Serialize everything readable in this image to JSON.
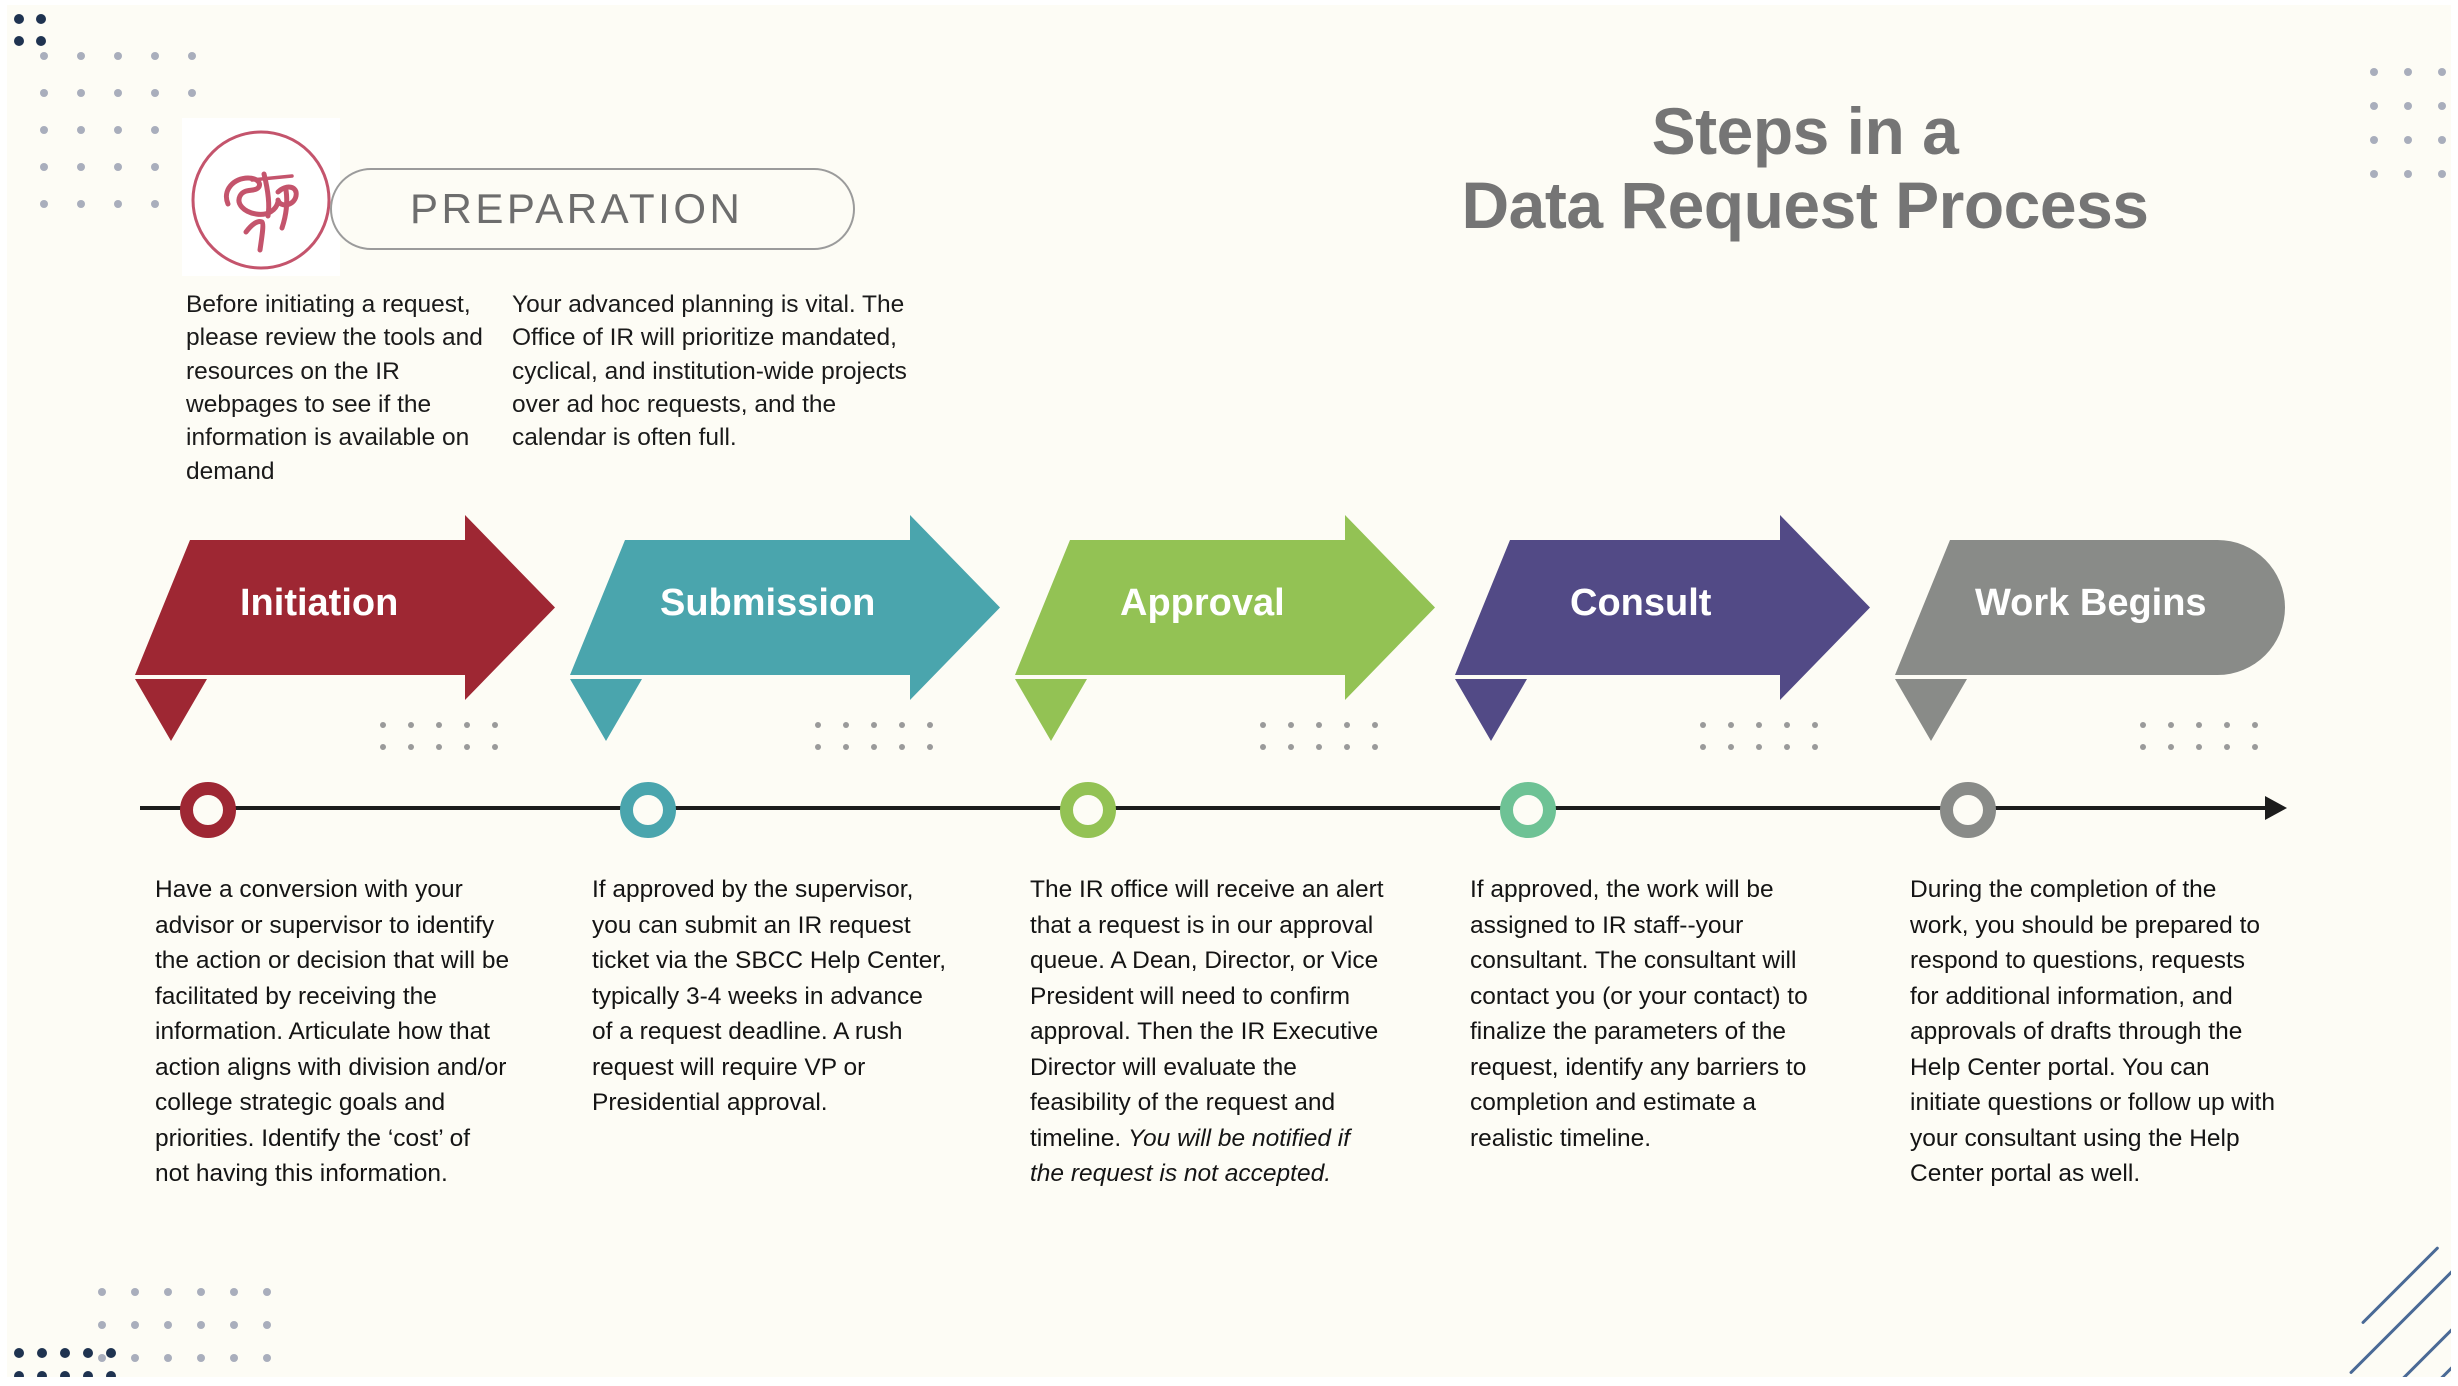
{
  "theme": {
    "background": "#fdfcf5",
    "title_color": "#757575",
    "text_color": "#141414",
    "timeline_color": "#1c1c1c",
    "dot_navy": "#1f3350",
    "dot_light": "#a9aebc",
    "dot_gray": "#9a9a9a",
    "stripe_color": "#4a6a96",
    "pill_border": "#9b9b9b"
  },
  "header": {
    "title_line1": "Steps in a",
    "title_line2": "Data Request Process",
    "badge": {
      "word": "Step",
      "number": "1",
      "color": "#c4546c"
    },
    "phase_label": "PREPARATION"
  },
  "preparation": {
    "columns": [
      "Before initiating a request, please review the tools and resources on the IR webpages to see if the information is available on demand",
      "Your advanced planning is  vital. The Office of IR will prioritize mandated, cyclical, and institution-wide projects over ad hoc requests, and the calendar is often full."
    ]
  },
  "steps": [
    {
      "label": "Initiation",
      "arrow_color": "#9e2733",
      "node_color": "#9e2733",
      "shape": "chevron",
      "description": "Have a conversion with your advisor or supervisor to identify the action or decision that will be facilitated by receiving the information. Articulate how that action aligns with division and/or college strategic goals and priorities. Identify the ‘cost’ of not having this information.",
      "description_italic": ""
    },
    {
      "label": "Submission",
      "arrow_color": "#4aa5ad",
      "node_color": "#4aa5ad",
      "shape": "chevron",
      "description": "If approved by the supervisor, you can submit an IR request ticket via the SBCC Help Center, typically 3-4 weeks in advance of a request deadline. A rush request will require VP or Presidential approval.",
      "description_italic": ""
    },
    {
      "label": "Approval",
      "arrow_color": "#93c254",
      "node_color": "#93c254",
      "shape": "chevron",
      "description": "The IR office will receive an alert that a request is in our approval queue. A Dean, Director, or Vice President will need to confirm approval. Then the IR Executive Director will evaluate the feasibility of the request and timeline. ",
      "description_italic": "You will be notified if the request is not accepted."
    },
    {
      "label": "Consult",
      "arrow_color": "#524a86",
      "node_color": "#6ec295",
      "shape": "chevron",
      "description": "If approved, the work will be assigned to IR staff--your consultant. The consultant will contact you (or your contact) to finalize the parameters of the request, identify any barriers to completion and estimate a realistic timeline.",
      "description_italic": ""
    },
    {
      "label": "Work Begins",
      "arrow_color": "#898b88",
      "node_color": "#898b88",
      "shape": "rounded",
      "description": "During the completion of the work, you should be prepared to respond to questions, requests for additional information, and approvals of drafts through the Help Center portal. You can initiate questions or follow up with your consultant using the Help Center portal as well.",
      "description_italic": ""
    }
  ]
}
